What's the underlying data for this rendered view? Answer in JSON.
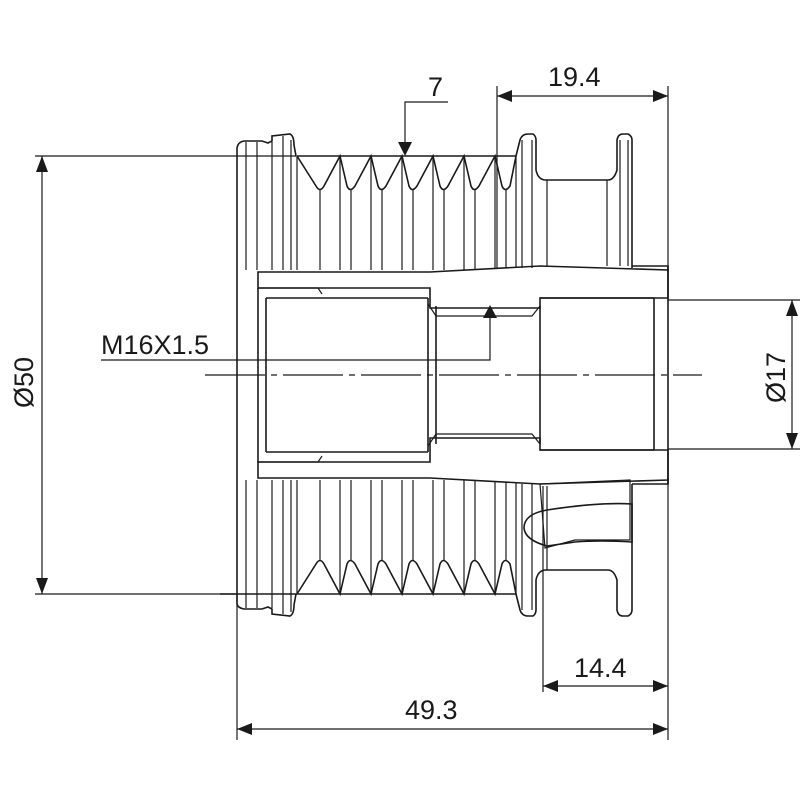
{
  "drawing": {
    "subject": "alternator pulley cross-section",
    "line_color": "#1a1a1a",
    "background": "#ffffff"
  },
  "dimensions": {
    "rib_count": "7",
    "flange_width": "19.4",
    "outer_diameter": "Ø50",
    "thread": "M16X1.5",
    "bore_diameter": "Ø17",
    "hub_width": "14.4",
    "overall_length": "49.3"
  }
}
